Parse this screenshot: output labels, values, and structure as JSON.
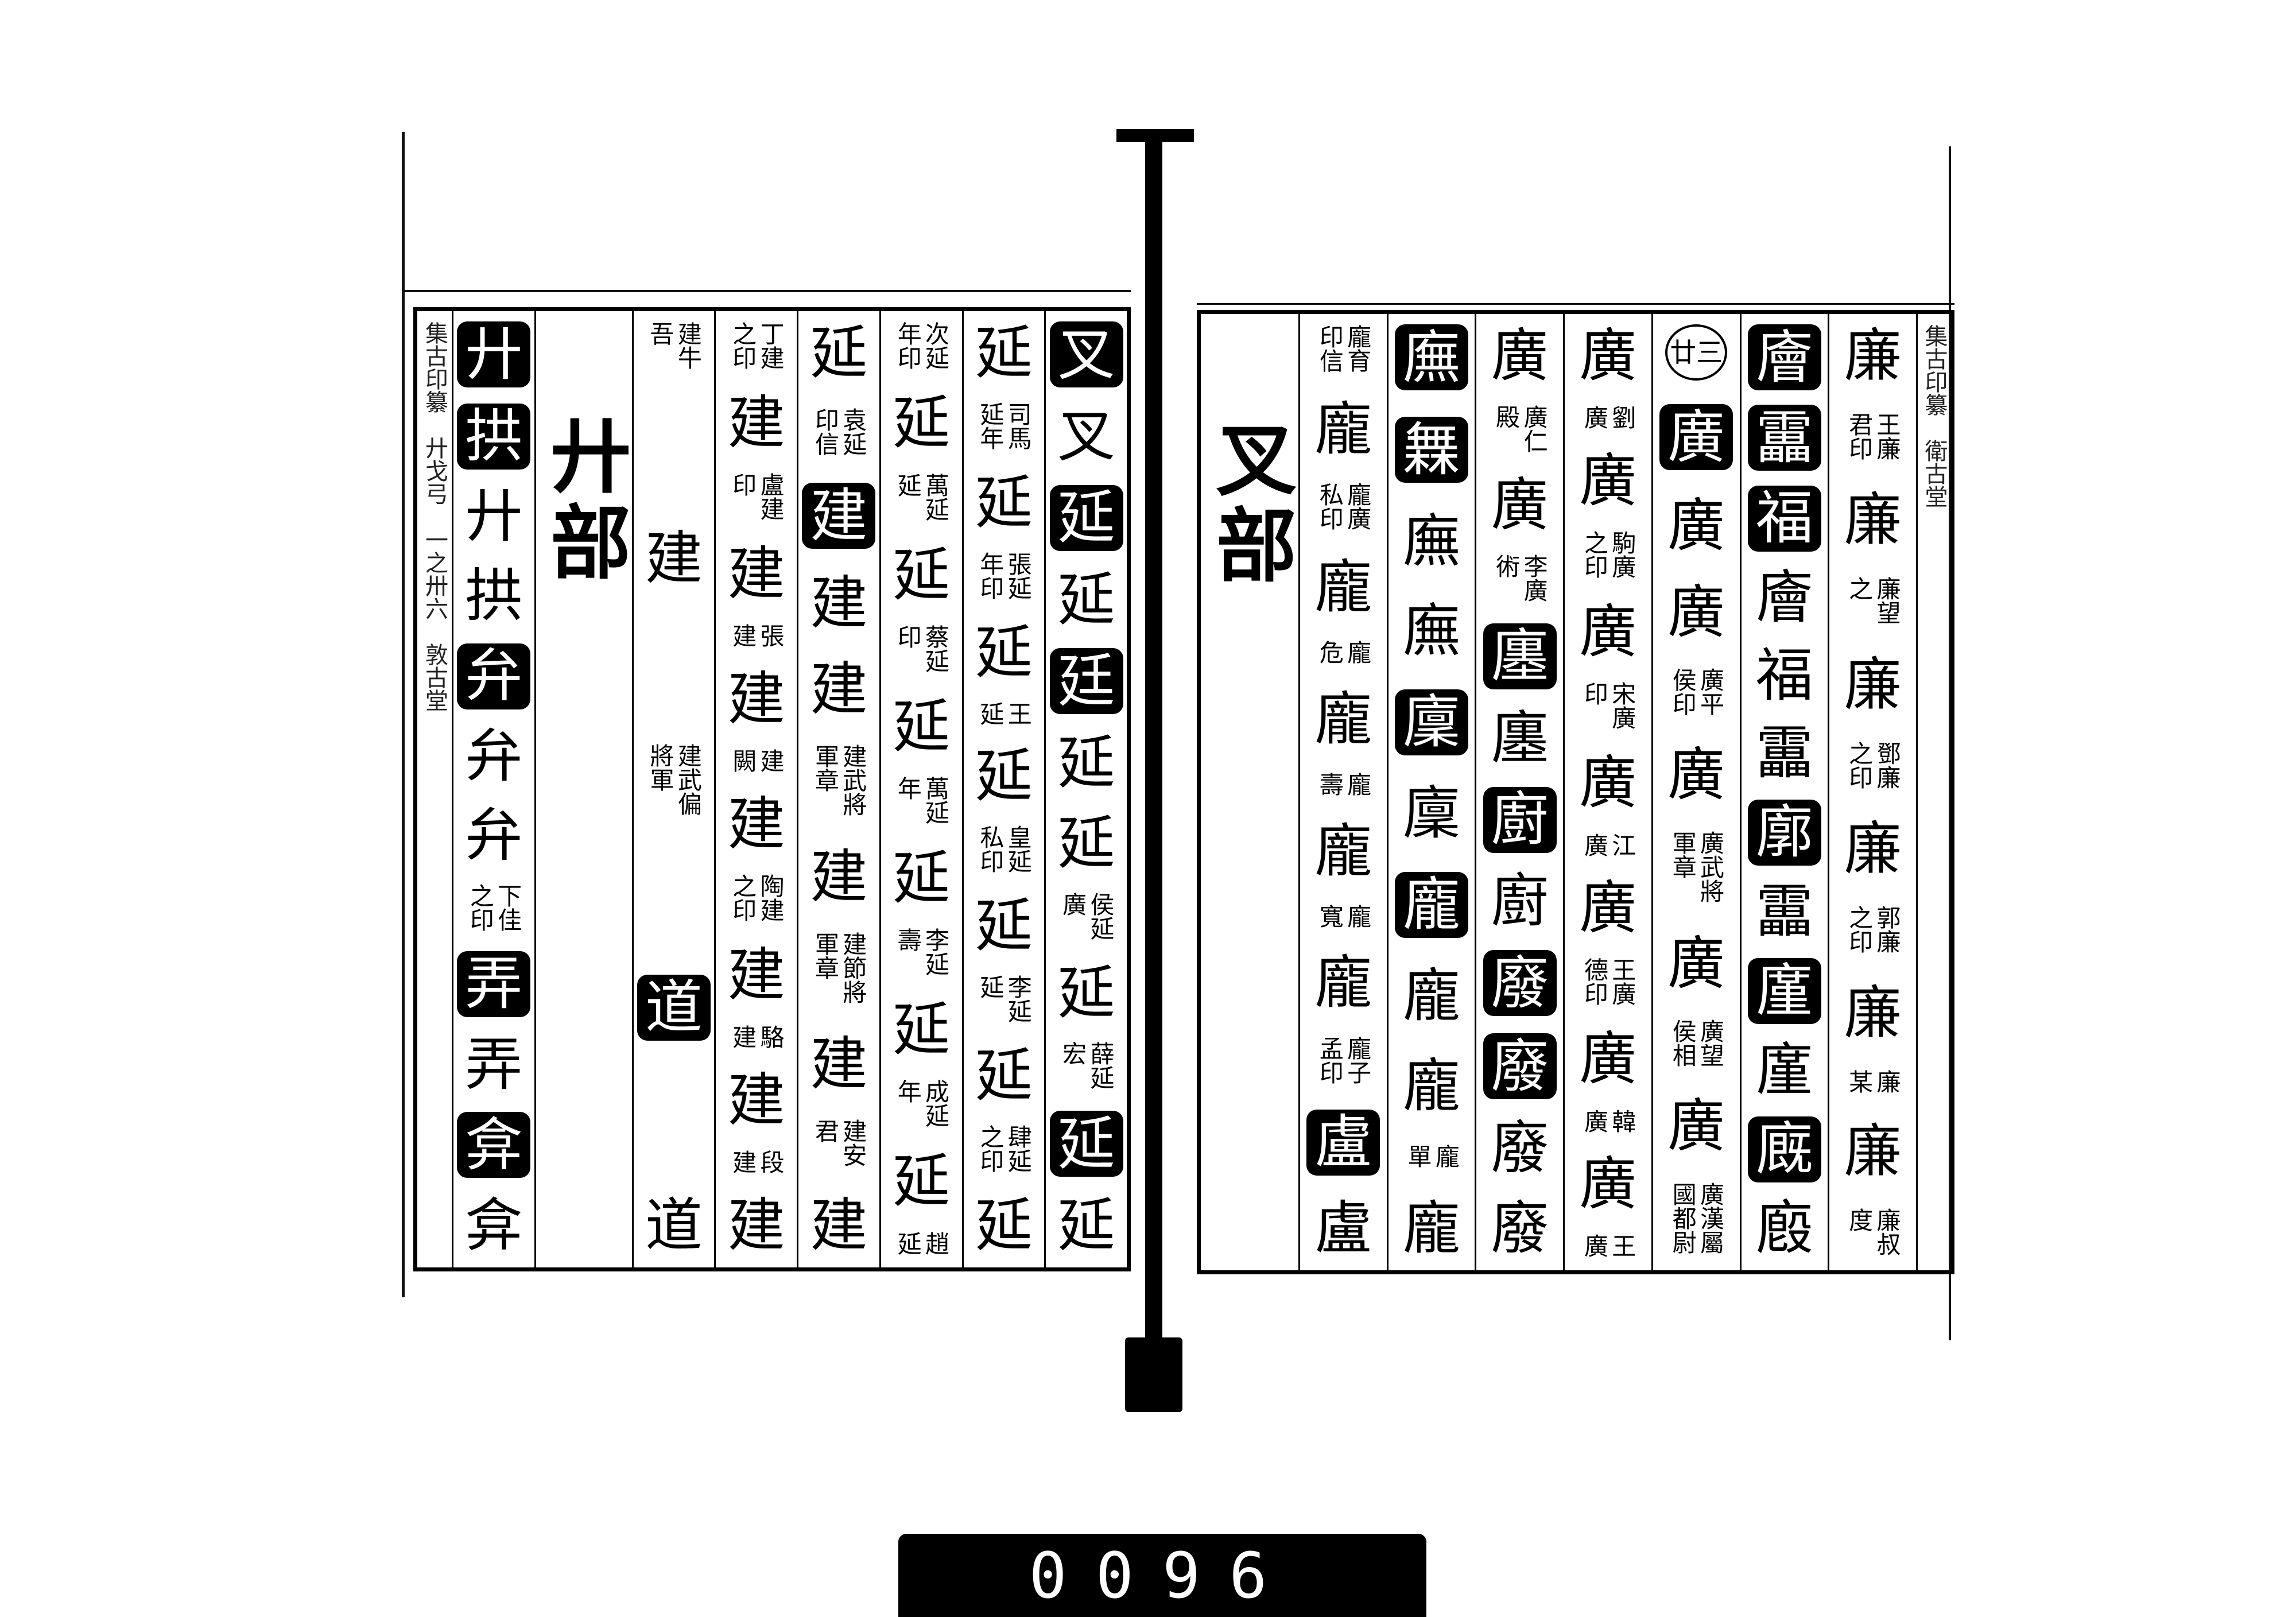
{
  "left_page": {
    "margin": [
      "集古印纂",
      "廾戈弓",
      "一之卅六",
      "敦古堂"
    ],
    "heading": "廾部",
    "columns": [
      [
        {
          "k": "i",
          "c": "叉"
        },
        {
          "k": "s",
          "c": "叉"
        },
        {
          "k": "i",
          "c": "延"
        },
        {
          "k": "s",
          "c": "延"
        },
        {
          "k": "i",
          "c": "廷"
        },
        {
          "k": "s",
          "c": "延"
        },
        {
          "k": "s",
          "c": "延"
        },
        {
          "k": "c",
          "c": "侯延廣"
        },
        {
          "k": "s",
          "c": "延"
        },
        {
          "k": "c",
          "c": "薛延宏"
        },
        {
          "k": "i",
          "c": "延"
        },
        {
          "k": "s",
          "c": "延"
        }
      ],
      [
        {
          "k": "s",
          "c": "延"
        },
        {
          "k": "c",
          "c": "司馬延年"
        },
        {
          "k": "s",
          "c": "延"
        },
        {
          "k": "c",
          "c": "張延年印"
        },
        {
          "k": "s",
          "c": "延"
        },
        {
          "k": "c",
          "c": "王延"
        },
        {
          "k": "s",
          "c": "延"
        },
        {
          "k": "c",
          "c": "皇延私印"
        },
        {
          "k": "s",
          "c": "延"
        },
        {
          "k": "c",
          "c": "李延延"
        },
        {
          "k": "s",
          "c": "延"
        },
        {
          "k": "c",
          "c": "肆延之印"
        },
        {
          "k": "s",
          "c": "延"
        }
      ],
      [
        {
          "k": "c",
          "c": "次延年印"
        },
        {
          "k": "s",
          "c": "延"
        },
        {
          "k": "c",
          "c": "萬延延"
        },
        {
          "k": "s",
          "c": "延"
        },
        {
          "k": "c",
          "c": "蔡延印"
        },
        {
          "k": "s",
          "c": "延"
        },
        {
          "k": "c",
          "c": "萬延年"
        },
        {
          "k": "s",
          "c": "延"
        },
        {
          "k": "c",
          "c": "李延壽"
        },
        {
          "k": "s",
          "c": "延"
        },
        {
          "k": "c",
          "c": "成延年"
        },
        {
          "k": "s",
          "c": "延"
        },
        {
          "k": "c",
          "c": "趙延"
        }
      ],
      [
        {
          "k": "s",
          "c": "延"
        },
        {
          "k": "c",
          "c": "袁延印信"
        },
        {
          "k": "i",
          "c": "建"
        },
        {
          "k": "s",
          "c": "建"
        },
        {
          "k": "s",
          "c": "建"
        },
        {
          "k": "c",
          "c": "建武將軍章"
        },
        {
          "k": "s",
          "c": "建"
        },
        {
          "k": "c",
          "c": "建節將軍章"
        },
        {
          "k": "s",
          "c": "建"
        },
        {
          "k": "c",
          "c": "建安君"
        },
        {
          "k": "s",
          "c": "建"
        }
      ],
      [
        {
          "k": "c",
          "c": "丁建之印"
        },
        {
          "k": "s",
          "c": "建"
        },
        {
          "k": "c",
          "c": "盧建印"
        },
        {
          "k": "s",
          "c": "建"
        },
        {
          "k": "c",
          "c": "張建"
        },
        {
          "k": "s",
          "c": "建"
        },
        {
          "k": "c",
          "c": "建闕"
        },
        {
          "k": "s",
          "c": "建"
        },
        {
          "k": "c",
          "c": "陶建之印"
        },
        {
          "k": "s",
          "c": "建"
        },
        {
          "k": "c",
          "c": "駱建"
        },
        {
          "k": "s",
          "c": "建"
        },
        {
          "k": "c",
          "c": "段建"
        },
        {
          "k": "s",
          "c": "建"
        }
      ],
      [
        {
          "k": "c",
          "c": "建牛吾"
        },
        {
          "k": "s",
          "c": "建"
        },
        {
          "k": "c",
          "c": "建武偏將軍"
        },
        {
          "k": "i",
          "c": "道"
        },
        {
          "k": "s",
          "c": "道"
        }
      ],
      [
        {
          "k": "i",
          "c": "廾"
        },
        {
          "k": "i",
          "c": "拱"
        },
        {
          "k": "s",
          "c": "廾"
        },
        {
          "k": "s",
          "c": "拱"
        },
        {
          "k": "i",
          "c": "弁"
        },
        {
          "k": "s",
          "c": "弁"
        },
        {
          "k": "s",
          "c": "弁"
        },
        {
          "k": "c",
          "c": "下佳之印"
        },
        {
          "k": "i",
          "c": "弄"
        },
        {
          "k": "s",
          "c": "弄"
        },
        {
          "k": "i",
          "c": "弇"
        },
        {
          "k": "s",
          "c": "弇"
        }
      ]
    ]
  },
  "right_page": {
    "margin": [
      "集古印纂",
      "衛古堂"
    ],
    "heading": "叉部",
    "columns": [
      [
        {
          "k": "s",
          "c": "廉"
        },
        {
          "k": "c",
          "c": "王廉君印"
        },
        {
          "k": "s",
          "c": "廉"
        },
        {
          "k": "c",
          "c": "廉望之"
        },
        {
          "k": "s",
          "c": "廉"
        },
        {
          "k": "c",
          "c": "鄧廉之印"
        },
        {
          "k": "s",
          "c": "廉"
        },
        {
          "k": "c",
          "c": "郭廉之印"
        },
        {
          "k": "s",
          "c": "廉"
        },
        {
          "k": "c",
          "c": "廉某"
        },
        {
          "k": "s",
          "c": "廉"
        },
        {
          "k": "c",
          "c": "廉叔度"
        }
      ],
      [
        {
          "k": "i",
          "c": "廥"
        },
        {
          "k": "i",
          "c": "靁"
        },
        {
          "k": "i",
          "c": "福"
        },
        {
          "k": "s",
          "c": "廥"
        },
        {
          "k": "s",
          "c": "福"
        },
        {
          "k": "s",
          "c": "靁"
        },
        {
          "k": "i",
          "c": "廓"
        },
        {
          "k": "s",
          "c": "靁"
        },
        {
          "k": "i",
          "c": "廑"
        },
        {
          "k": "s",
          "c": "廑"
        },
        {
          "k": "i",
          "c": "廐"
        },
        {
          "k": "s",
          "c": "廏"
        }
      ],
      [
        {
          "k": "o",
          "c": "廿三"
        },
        {
          "k": "i",
          "c": "廣"
        },
        {
          "k": "s",
          "c": "廣"
        },
        {
          "k": "s",
          "c": "廣"
        },
        {
          "k": "c",
          "c": "廣平侯印"
        },
        {
          "k": "s",
          "c": "廣"
        },
        {
          "k": "c",
          "c": "廣武將軍章"
        },
        {
          "k": "s",
          "c": "廣"
        },
        {
          "k": "c",
          "c": "廣望侯相"
        },
        {
          "k": "s",
          "c": "廣"
        },
        {
          "k": "c",
          "c": "廣漢屬國都尉"
        }
      ],
      [
        {
          "k": "s",
          "c": "廣"
        },
        {
          "k": "c",
          "c": "劉廣"
        },
        {
          "k": "s",
          "c": "廣"
        },
        {
          "k": "c",
          "c": "駒廣之印"
        },
        {
          "k": "s",
          "c": "廣"
        },
        {
          "k": "c",
          "c": "宋廣印"
        },
        {
          "k": "s",
          "c": "廣"
        },
        {
          "k": "c",
          "c": "江廣"
        },
        {
          "k": "s",
          "c": "廣"
        },
        {
          "k": "c",
          "c": "王廣德印"
        },
        {
          "k": "s",
          "c": "廣"
        },
        {
          "k": "c",
          "c": "韓廣"
        },
        {
          "k": "s",
          "c": "廣"
        },
        {
          "k": "c",
          "c": "王廣"
        }
      ],
      [
        {
          "k": "s",
          "c": "廣"
        },
        {
          "k": "c",
          "c": "廣仁殿"
        },
        {
          "k": "s",
          "c": "廣"
        },
        {
          "k": "c",
          "c": "李廣術"
        },
        {
          "k": "i",
          "c": "廛"
        },
        {
          "k": "s",
          "c": "廛"
        },
        {
          "k": "i",
          "c": "廚"
        },
        {
          "k": "s",
          "c": "廚"
        },
        {
          "k": "i",
          "c": "廢"
        },
        {
          "k": "i",
          "c": "廢"
        },
        {
          "k": "s",
          "c": "廢"
        },
        {
          "k": "s",
          "c": "廢"
        }
      ],
      [
        {
          "k": "i",
          "c": "廡"
        },
        {
          "k": "i",
          "c": "橆"
        },
        {
          "k": "s",
          "c": "廡"
        },
        {
          "k": "s",
          "c": "廡"
        },
        {
          "k": "i",
          "c": "廩"
        },
        {
          "k": "s",
          "c": "廩"
        },
        {
          "k": "i",
          "c": "龐"
        },
        {
          "k": "s",
          "c": "龐"
        },
        {
          "k": "s",
          "c": "龐"
        },
        {
          "k": "c",
          "c": "龐單"
        },
        {
          "k": "s",
          "c": "龐"
        }
      ],
      [
        {
          "k": "c",
          "c": "龐育印信"
        },
        {
          "k": "s",
          "c": "龐"
        },
        {
          "k": "c",
          "c": "龐廣私印"
        },
        {
          "k": "s",
          "c": "龐"
        },
        {
          "k": "c",
          "c": "龐危"
        },
        {
          "k": "s",
          "c": "龐"
        },
        {
          "k": "c",
          "c": "龐壽"
        },
        {
          "k": "s",
          "c": "龐"
        },
        {
          "k": "c",
          "c": "龐寬"
        },
        {
          "k": "s",
          "c": "龐"
        },
        {
          "k": "c",
          "c": "龐子孟印"
        },
        {
          "k": "i",
          "c": "盧"
        },
        {
          "k": "s",
          "c": "盧"
        }
      ]
    ]
  },
  "footer": {
    "page_number": "0096"
  }
}
